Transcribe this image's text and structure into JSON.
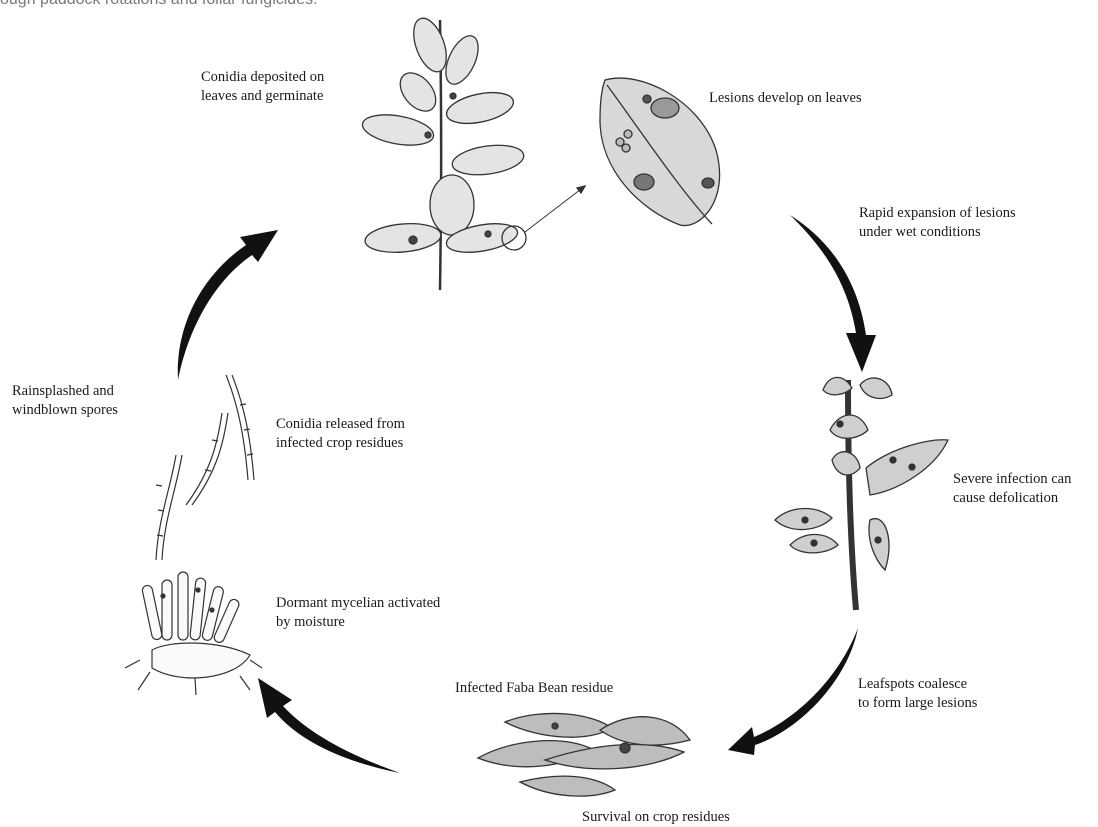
{
  "header_text": "ough paddock rotations and foliar fungicides.",
  "labels": {
    "conidia_deposited": "Conidia deposited on\nleaves and germinate",
    "lesions_develop": "Lesions develop on leaves",
    "rapid_expansion": "Rapid expansion of lesions\nunder wet conditions",
    "severe_infection": "Severe infection can\ncause defolication",
    "leafspots_coalesce": "Leafspots coalesce\nto form large lesions",
    "infected_residue": "Infected Faba Bean residue",
    "survival": "Survival on crop residues",
    "dormant_mycelian": "Dormant mycelian activated\nby moisture",
    "conidia_released": "Conidia released from\ninfected crop residues",
    "rainsplashed": "Rainsplashed and\nwindblown spores"
  },
  "icons": [
    "leafy-shoot-illustration",
    "single-leaf-lesion-illustration",
    "infected-stem-illustration",
    "crop-residue-illustration",
    "mycelium-illustration",
    "conidia-chain-illustration"
  ]
}
